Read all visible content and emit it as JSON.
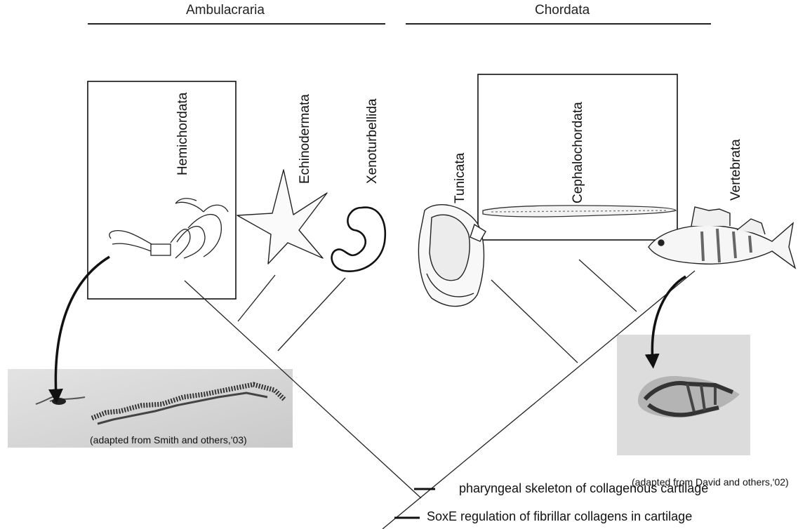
{
  "clades": {
    "left": "Ambulacraria",
    "right": "Chordata"
  },
  "taxa": {
    "hemichordata": "Hemichordata",
    "echinodermata": "Echinodermata",
    "xenoturbellida": "Xenoturbellida",
    "tunicata": "Tunicata",
    "cephalochordata": "Cephalochordata",
    "vertebrata": "Vertebrata"
  },
  "captions": {
    "left_photo": "(adapted from Smith and others,'03)",
    "right_photo": "(adapted from David and others,'02)"
  },
  "legend": [
    {
      "label": "pharyngeal skeleton of collagenous cartilage",
      "color": "#111111"
    },
    {
      "label": "SoxE regulation  of  fibrillar collagens in cartilage",
      "color": "#111111"
    }
  ],
  "colors": {
    "line": "#222222",
    "photo_bg": "#d9d9d9"
  }
}
